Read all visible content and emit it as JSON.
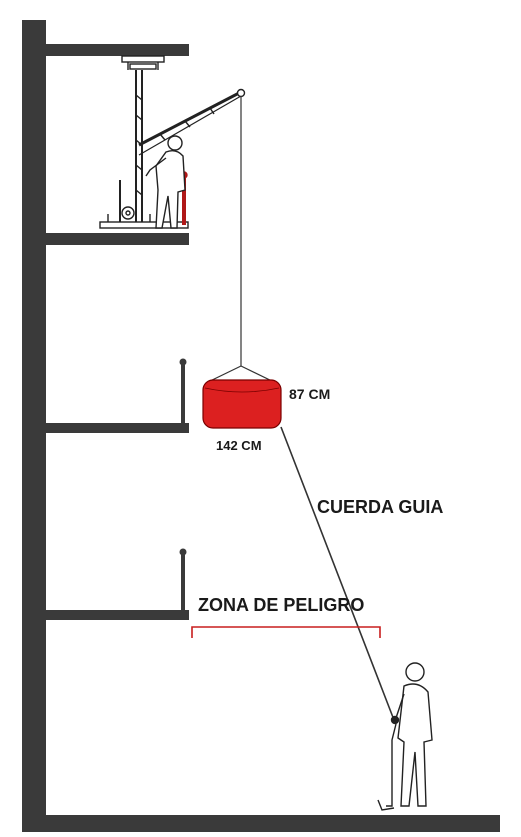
{
  "labels": {
    "height": "87 CM",
    "width": "142 CM",
    "guide_rope": "CUERDA GUIA",
    "danger_zone": "ZONA DE PELIGRO"
  },
  "colors": {
    "structure": "#3a3a3a",
    "load": "#dc2020",
    "load_outline": "#7a0000",
    "danger_bracket": "#c81e1e",
    "rope": "#333333",
    "figure_fill": "#ffffff",
    "figure_stroke": "#222222"
  }
}
